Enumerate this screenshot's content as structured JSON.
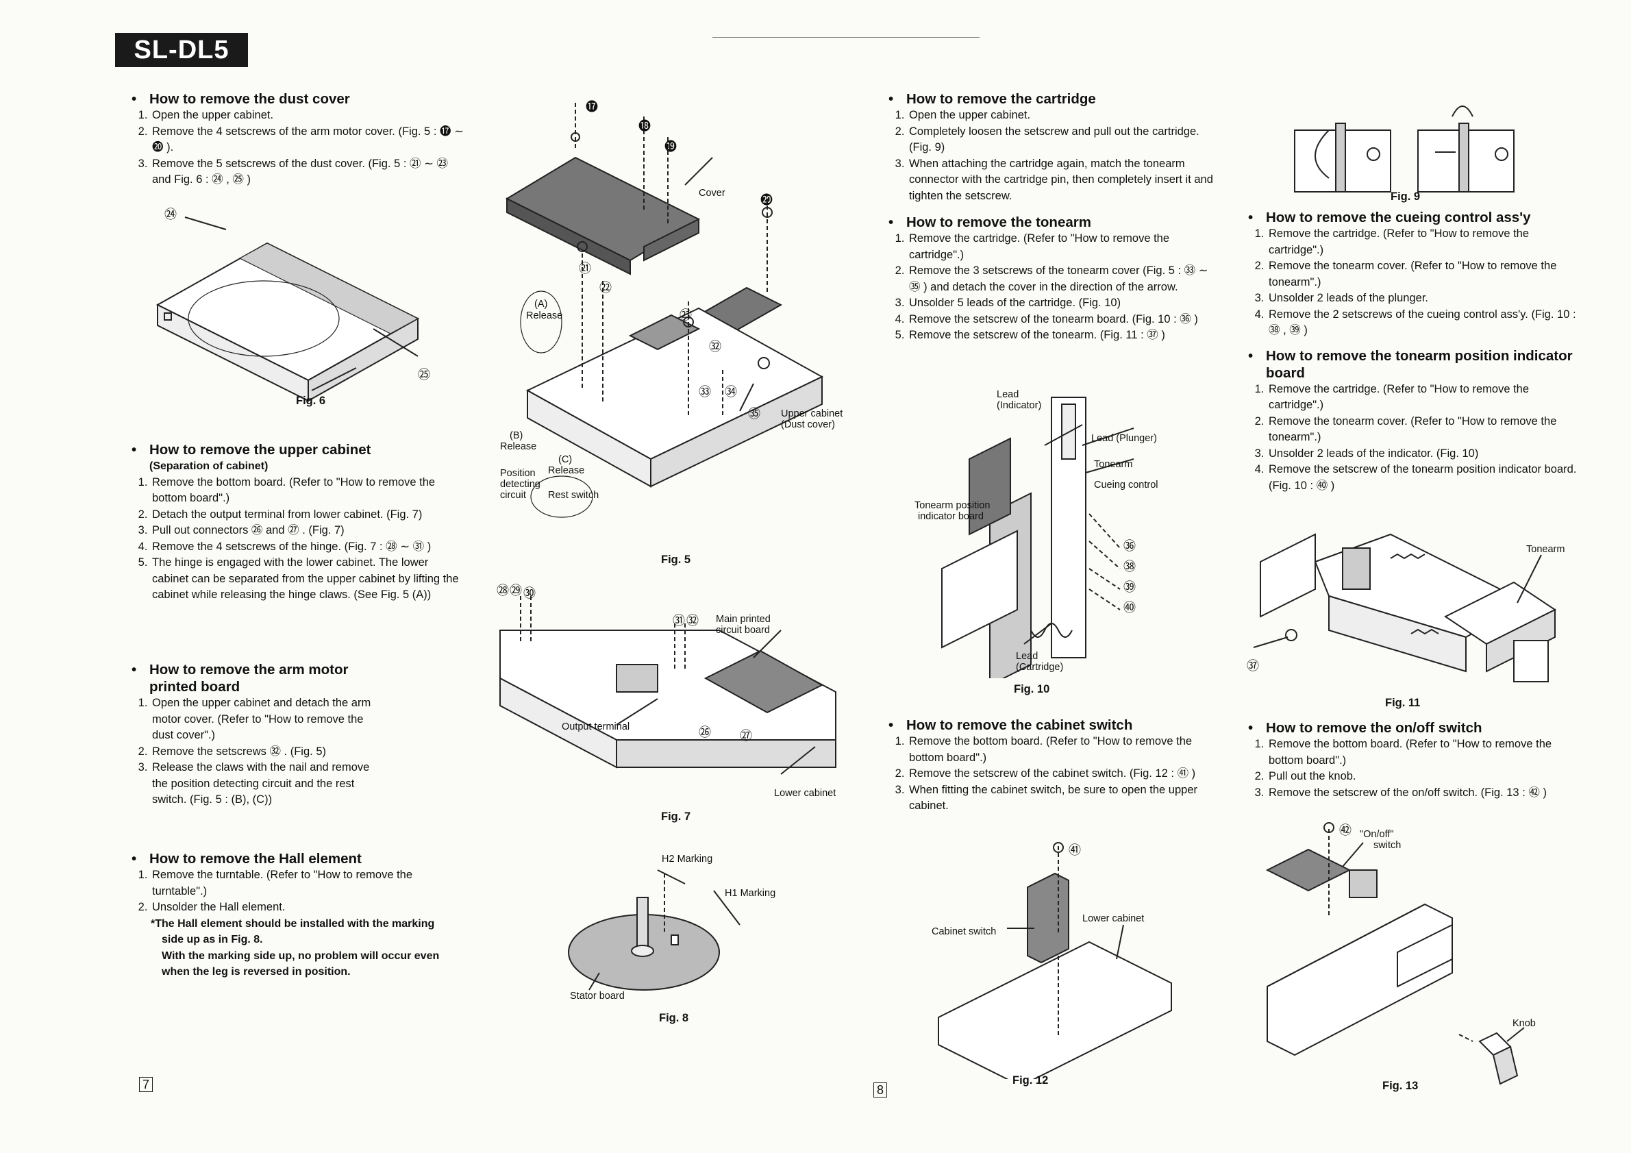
{
  "header": {
    "model": "SL-DL5"
  },
  "pages": {
    "left": "7",
    "right": "8"
  },
  "sections": {
    "dust_cover": {
      "title": "How to remove the dust cover",
      "steps": [
        "Open the upper cabinet.",
        "Remove the 4 setscrews of the arm motor cover. (Fig. 5 : ⓱ ∼ ⓴ ).",
        "Remove the 5 setscrews of the dust cover. (Fig. 5 : ㉑ ∼ ㉓ and Fig. 6 : ㉔ , ㉕ )"
      ]
    },
    "upper_cabinet": {
      "title": "How to remove the upper cabinet",
      "subtitle": "(Separation of cabinet)",
      "steps": [
        "Remove the bottom board. (Refer to \"How to remove the bottom board\".)",
        "Detach the output terminal from lower cabinet. (Fig. 7)",
        "Pull out connectors ㉖ and ㉗ . (Fig. 7)",
        "Remove the 4 setscrews of the hinge. (Fig. 7 : ㉘ ∼ ㉛ )",
        "The hinge is engaged with the lower cabinet. The lower cabinet can be separated from the upper cabinet by lifting the cabinet while releasing the hinge claws. (See Fig. 5 (A))"
      ]
    },
    "arm_motor": {
      "title": "How to remove the arm motor printed board",
      "steps": [
        "Open the upper cabinet and detach the arm motor cover. (Refer to \"How to remove the dust cover\".)",
        "Remove the setscrews ㉜ . (Fig. 5)",
        "Release the claws with the nail and remove the position detecting circuit and the rest switch. (Fig. 5 : (B), (C))"
      ]
    },
    "hall_element": {
      "title": "How to remove the Hall element",
      "steps": [
        "Remove the turntable. (Refer to \"How to remove the turntable\".)",
        "Unsolder the Hall element."
      ],
      "note_lines": [
        "*The Hall element should be installed with the marking",
        "side up as in Fig. 8.",
        "With the marking side up, no problem will occur even",
        "when the leg is reversed in position."
      ]
    },
    "cartridge": {
      "title": "How to remove the cartridge",
      "steps": [
        "Open the upper cabinet.",
        "Completely loosen the setscrew and pull out the cartridge. (Fig. 9)",
        "When attaching the cartridge again, match the tonearm connector with the cartridge pin, then completely insert it and tighten the setscrew."
      ]
    },
    "tonearm": {
      "title": "How to remove the tonearm",
      "steps": [
        "Remove the cartridge. (Refer to \"How to remove the cartridge\".)",
        "Remove the 3 setscrews of the tonearm cover (Fig. 5 : ㉝ ∼ ㉟ ) and detach the cover in the direction of the arrow.",
        "Unsolder 5 leads of the cartridge. (Fig. 10)",
        "Remove the setscrew of the tonearm board. (Fig. 10 : ㊱ )",
        "Remove the setscrew of the tonearm. (Fig. 11 : ㊲ )"
      ]
    },
    "cabinet_switch": {
      "title": "How to remove the cabinet switch",
      "steps": [
        "Remove the bottom board. (Refer to \"How to remove the bottom board\".)",
        "Remove the setscrew of the cabinet switch. (Fig. 12 : ㊶ )",
        "When fitting the cabinet switch, be sure to open the upper cabinet."
      ]
    },
    "cueing": {
      "title": "How to remove the cueing control ass'y",
      "steps": [
        "Remove the cartridge. (Refer to \"How to remove the cartridge\".)",
        "Remove the tonearm cover. (Refer to \"How to remove the tonearm\".)",
        "Unsolder 2 leads of the plunger.",
        "Remove the 2 setscrews of the cueing control ass'y. (Fig. 10 : ㊳ , ㊴ )"
      ]
    },
    "position_indicator": {
      "title": "How to remove the tonearm position indicator board",
      "steps": [
        "Remove the cartridge. (Refer to \"How to remove the cartridge\".)",
        "Remove the tonearm cover. (Refer to \"How to remove the tonearm\".)",
        "Unsolder 2 leads of the indicator. (Fig. 10)",
        "Remove the setscrew of the tonearm position indicator board. (Fig. 10 : ㊵ )"
      ]
    },
    "onoff": {
      "title": "How to remove the on/off switch",
      "steps": [
        "Remove the bottom board. (Refer to \"How to remove the bottom board\".)",
        "Pull out the knob.",
        "Remove the setscrew of the on/off switch. (Fig. 13 : ㊷ )"
      ]
    }
  },
  "figures": {
    "fig5": {
      "caption": "Fig. 5",
      "labels": {
        "cover": "Cover",
        "a": "(A)",
        "a_release": "Release",
        "b": "(B)",
        "b_release": "Release",
        "c": "(C)",
        "c_release": "Release",
        "position1": "Position",
        "position2": "detecting",
        "position3": "circuit",
        "rest": "Rest switch",
        "upper1": "Upper cabinet",
        "upper2": "(Dust cover)"
      }
    },
    "fig6": {
      "caption": "Fig. 6"
    },
    "fig7": {
      "caption": "Fig. 7",
      "labels": {
        "main1": "Main printed",
        "main2": "circuit board",
        "output": "Output terminal",
        "lower": "Lower cabinet"
      }
    },
    "fig8": {
      "caption": "Fig. 8",
      "labels": {
        "h2": "H2 Marking",
        "h1": "H1 Marking",
        "stator": "Stator board"
      }
    },
    "fig9": {
      "caption": "Fig. 9"
    },
    "fig10": {
      "caption": "Fig. 10",
      "labels": {
        "lead_ind1": "Lead",
        "lead_ind2": "(Indicator)",
        "lead_plunger": "Lead (Plunger)",
        "tonearm": "Tonearm",
        "cueing": "Cueing control",
        "tpi1": "Tonearm position",
        "tpi2": "indicator board",
        "lead_cart1": "Lead",
        "lead_cart2": "(Cartridge)"
      }
    },
    "fig11": {
      "caption": "Fig. 11",
      "labels": {
        "tonearm": "Tonearm"
      }
    },
    "fig12": {
      "caption": "Fig. 12",
      "labels": {
        "cabinet_switch": "Cabinet switch",
        "lower": "Lower cabinet"
      }
    },
    "fig13": {
      "caption": "Fig. 13",
      "labels": {
        "onoff1": "\"On/off\"",
        "onoff2": "switch",
        "knob": "Knob"
      }
    }
  },
  "markers": {
    "m17": "⓱",
    "m18": "⓲",
    "m19": "⓳",
    "m20": "⓴",
    "m21": "㉑",
    "m22": "㉒",
    "m23": "㉓",
    "m24": "㉔",
    "m25": "㉕",
    "m28": "㉘",
    "m29": "㉙",
    "m30": "㉚",
    "m31": "㉛",
    "m32": "㉜",
    "m33": "㉝",
    "m34": "㉞",
    "m35": "㉟",
    "m36": "㊱",
    "m37": "㊲",
    "m38": "㊳",
    "m39": "㊴",
    "m40": "㊵",
    "m41": "㊶",
    "m42": "㊷",
    "m26": "㉖",
    "m27": "㉗"
  }
}
